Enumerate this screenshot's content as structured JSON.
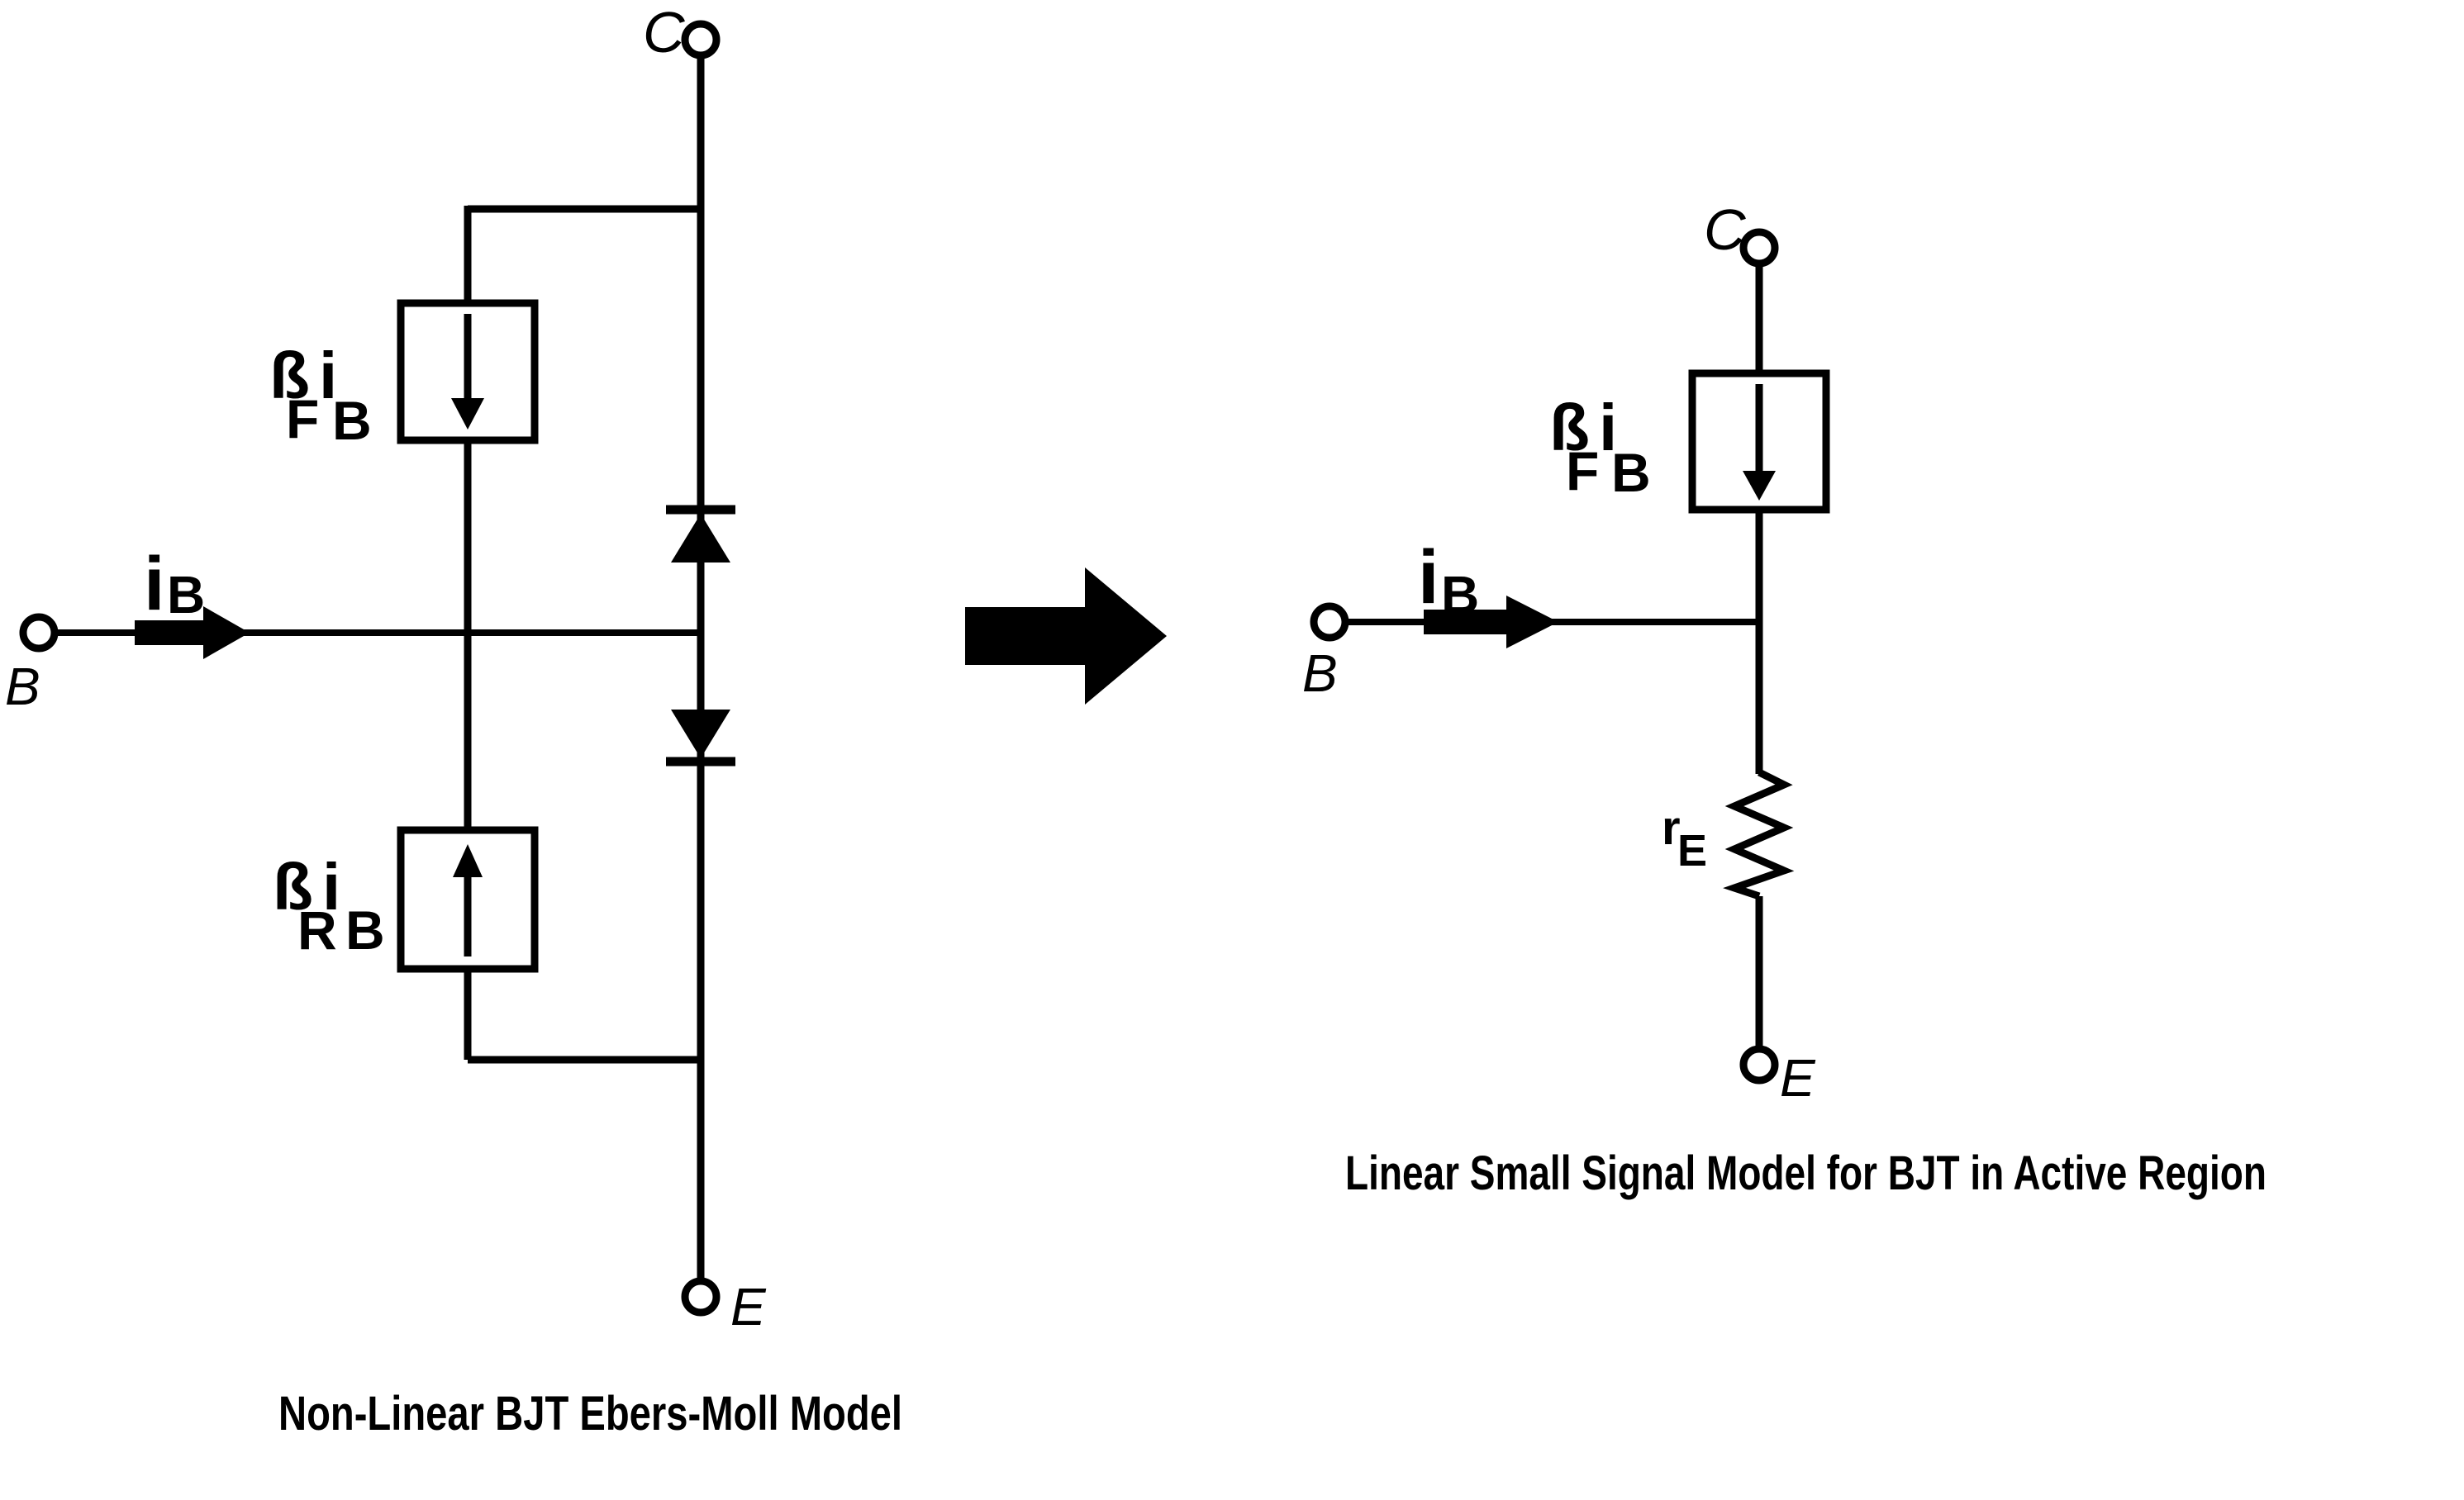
{
  "left_circuit": {
    "caption": "Non-Linear BJT Ebers-Moll Model",
    "collector": "C",
    "base": "B",
    "emitter": "E",
    "base_current": {
      "symbol": "i",
      "sub": "B"
    },
    "forward_source": {
      "beta": "ß",
      "beta_sub": "F",
      "current": "i",
      "current_sub": "B"
    },
    "reverse_source": {
      "beta": "ß",
      "beta_sub": "R",
      "current": "i",
      "current_sub": "B"
    }
  },
  "right_circuit": {
    "caption": "Linear Small Signal Model for BJT in Active Region",
    "collector": "C",
    "base": "B",
    "emitter": "E",
    "base_current": {
      "symbol": "i",
      "sub": "B"
    },
    "forward_source": {
      "beta": "ß",
      "beta_sub": "F",
      "current": "i",
      "current_sub": "B"
    },
    "emitter_resistance": {
      "symbol": "r",
      "sub": "E"
    }
  },
  "colors": {
    "ink": "#000000",
    "background": "#ffffff"
  }
}
